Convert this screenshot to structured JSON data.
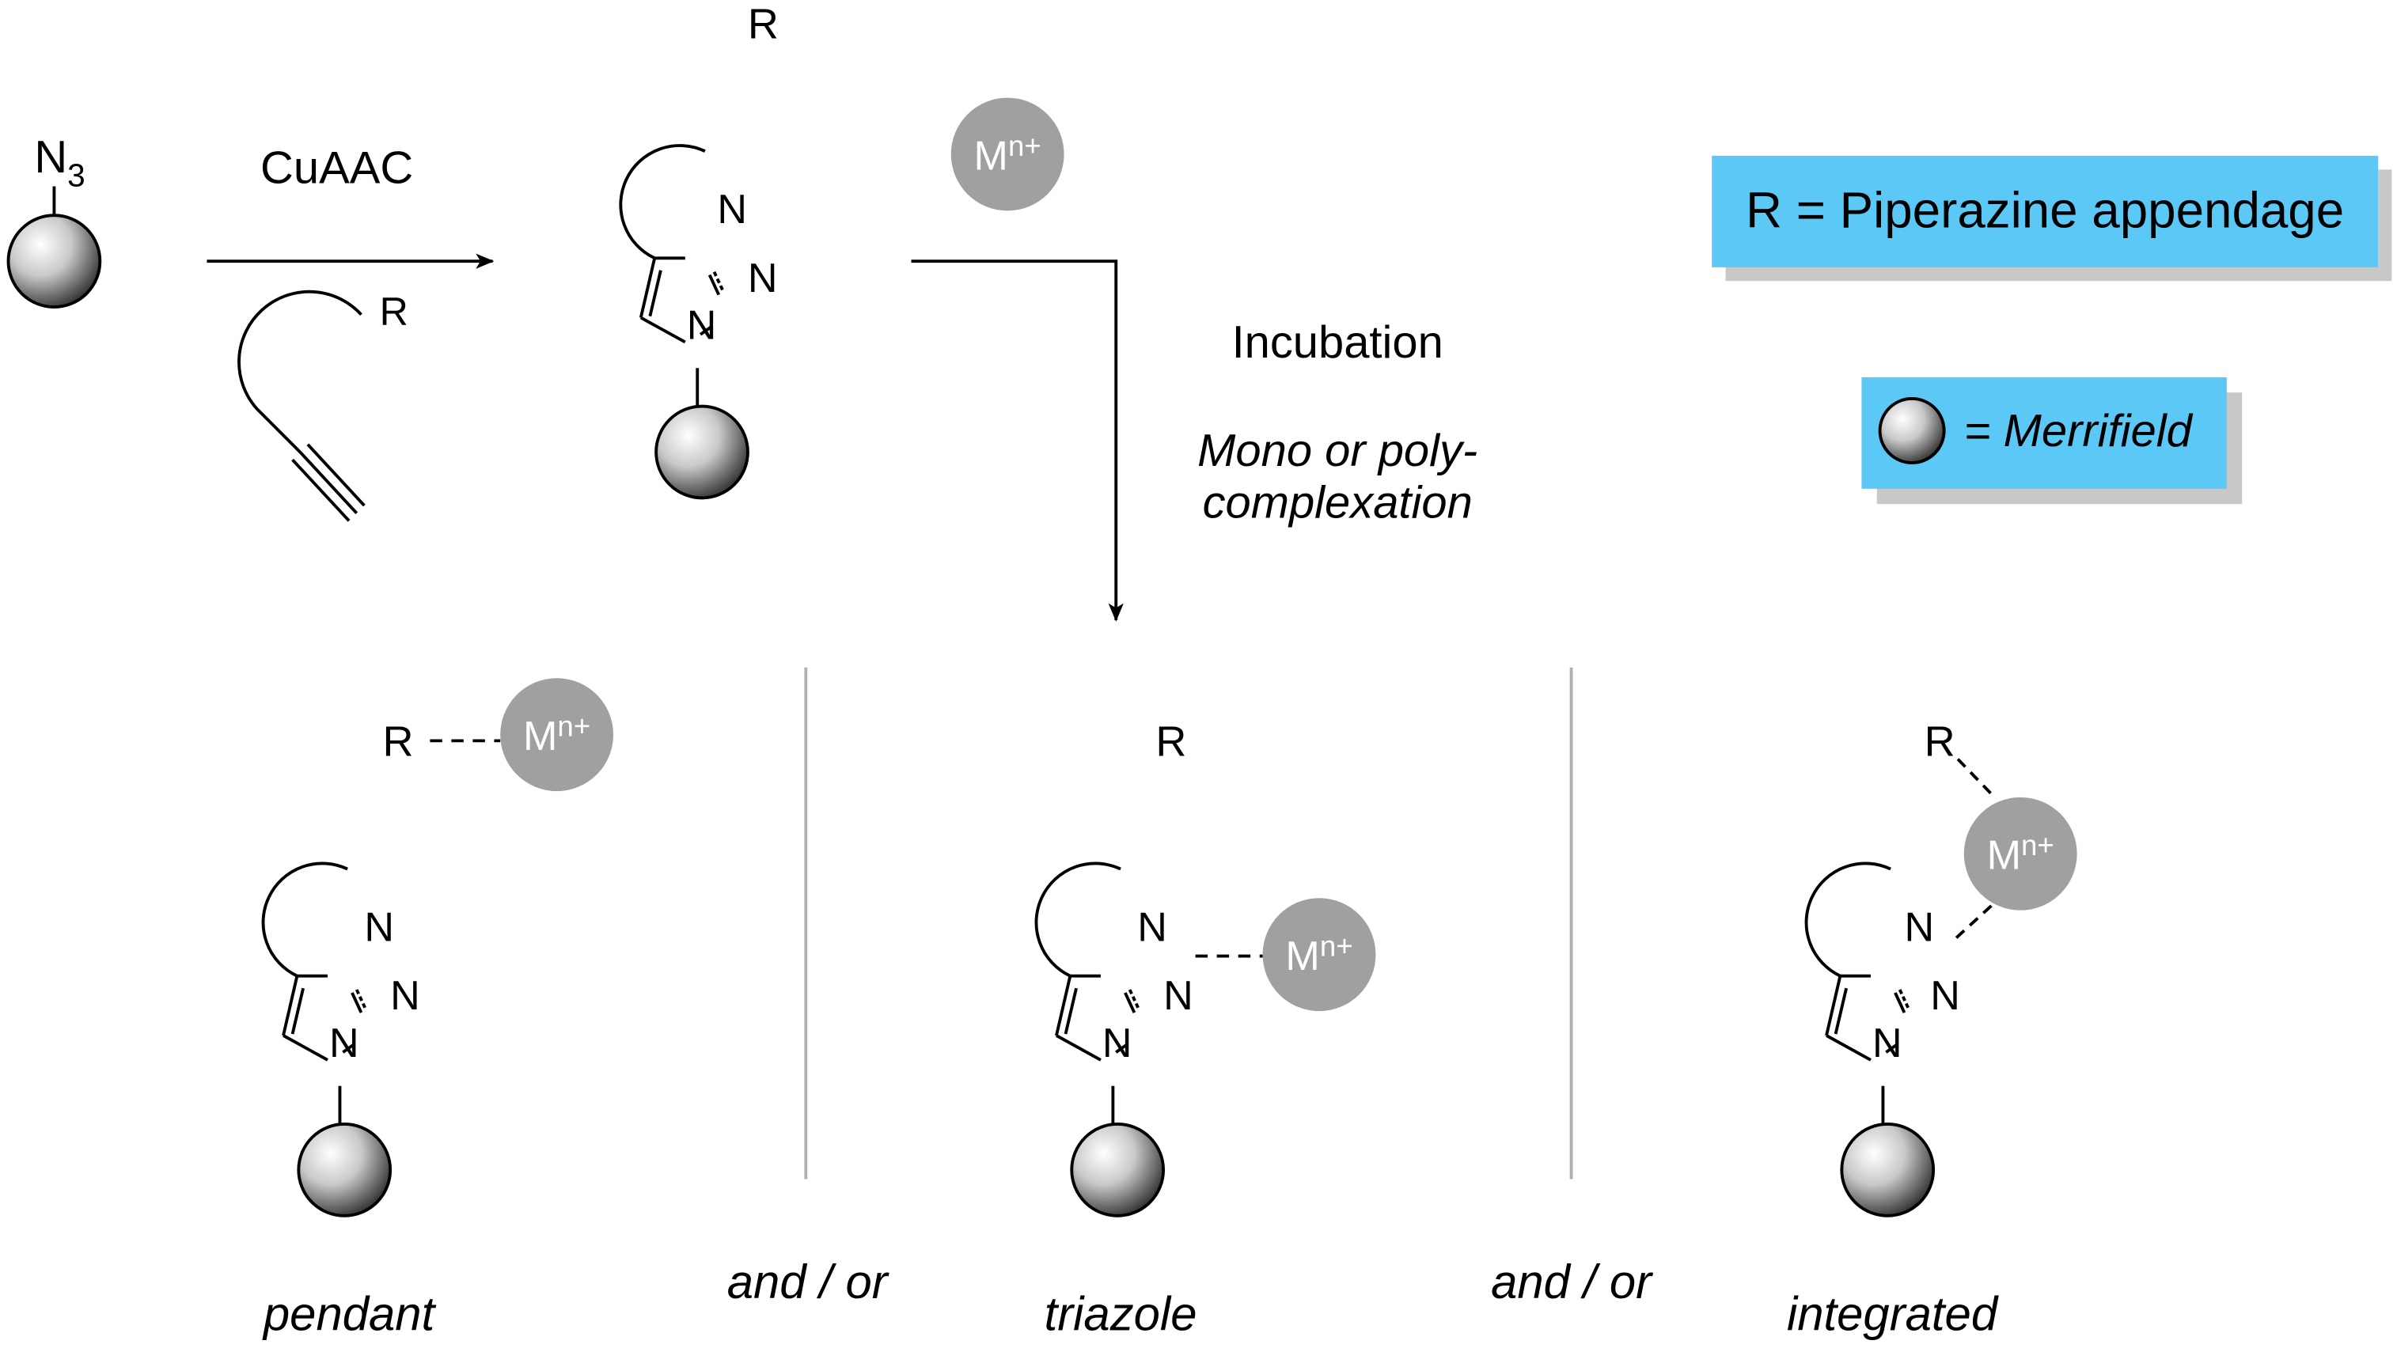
{
  "colors": {
    "ink": "#000000",
    "metal": "#a0a0a0",
    "metal_text": "#ffffff",
    "legend_box": "#5bc8f5",
    "legend_shadow": "#c8c8c8",
    "divider": "#b0b0b0"
  },
  "labels": {
    "azide_n": "N",
    "azide_sub": "3",
    "reaction": "CuAAC",
    "r": "R",
    "n": "N",
    "metal_main": "M",
    "metal_sup": "n+",
    "incubation": "Incubation",
    "complexation_line1": "Mono or poly-",
    "complexation_line2": "complexation",
    "and_or": "and / or",
    "mode_pendant": "pendant",
    "mode_triazole": "triazole",
    "mode_integrated": "integrated"
  },
  "legend": {
    "r_def": "R = Piperazine appendage",
    "bead_def": "= Merrifield"
  }
}
